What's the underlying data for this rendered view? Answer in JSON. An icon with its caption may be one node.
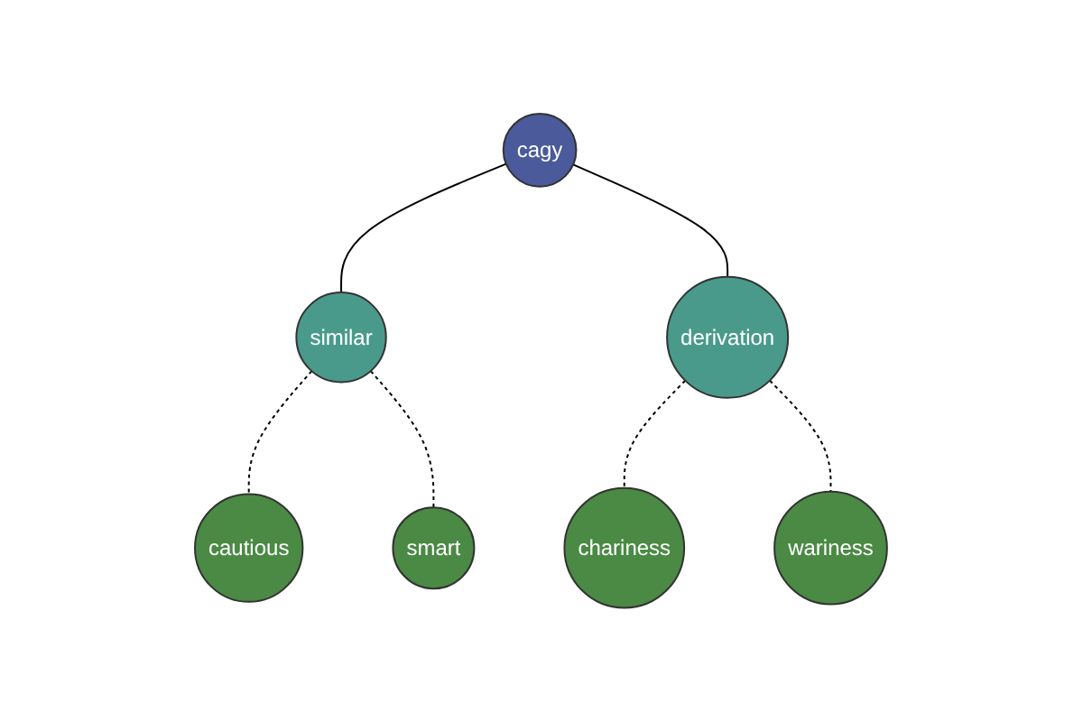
{
  "diagram": {
    "nodes": [
      {
        "text": [
          "cagy"
        ]
      },
      {
        "text": [
          "similar"
        ]
      },
      {
        "text": [
          "derivation"
        ]
      },
      {
        "text": [
          "cautious"
        ]
      },
      {
        "text": [
          "smart"
        ]
      },
      {
        "text": [
          "chariness"
        ]
      },
      {
        "text": [
          "wariness"
        ]
      }
    ],
    "edges": [
      {
        "from": 0,
        "to": 1,
        "arrow": "none"
      },
      {
        "from": 0,
        "to": 2,
        "arrow": "none"
      },
      {
        "from": 1,
        "to": 3,
        "arrow": "none",
        "style": "dashed"
      },
      {
        "from": 1,
        "to": 4,
        "arrow": "none",
        "style": "dashed"
      },
      {
        "from": 2,
        "to": 5,
        "arrow": "none",
        "style": "dashed"
      },
      {
        "from": 2,
        "to": 6,
        "arrow": "none",
        "style": "dashed"
      }
    ]
  }
}
